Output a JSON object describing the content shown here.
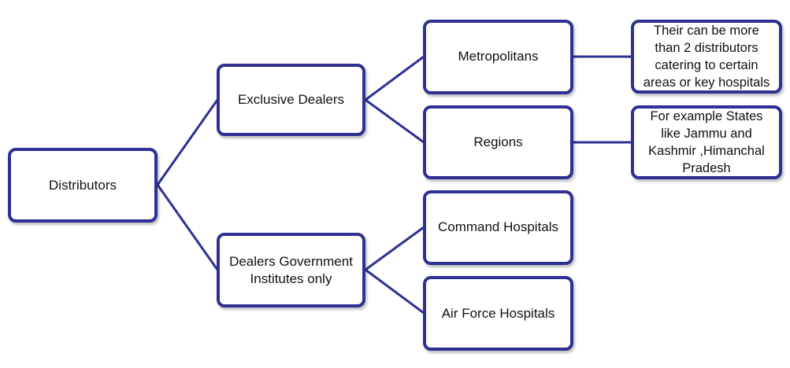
{
  "diagram": {
    "type": "tree",
    "colors": {
      "border": "#2e3192",
      "connector": "#2e3192",
      "text": "#111111",
      "background": "#ffffff"
    },
    "nodes": {
      "distributors": "Distributors",
      "exclusive_dealers": "Exclusive Dealers",
      "dealers_government": "Dealers Government\nInstitutes only",
      "metropolitans": "Metropolitans",
      "regions": "Regions",
      "command_hospitals": "Command Hospitals",
      "air_force_hospitals": "Air Force Hospitals",
      "note_metropolitans": "Their can be more\nthan 2 distributors\ncatering to certain\nareas or key hospitals",
      "note_regions": "For  example  States\nlike Jammu and\nKashmir  ,Himanchal\nPradesh"
    },
    "edges": [
      [
        "distributors",
        "exclusive_dealers"
      ],
      [
        "distributors",
        "dealers_government"
      ],
      [
        "exclusive_dealers",
        "metropolitans"
      ],
      [
        "exclusive_dealers",
        "regions"
      ],
      [
        "dealers_government",
        "command_hospitals"
      ],
      [
        "dealers_government",
        "air_force_hospitals"
      ],
      [
        "metropolitans",
        "note_metropolitans"
      ],
      [
        "regions",
        "note_regions"
      ]
    ]
  }
}
